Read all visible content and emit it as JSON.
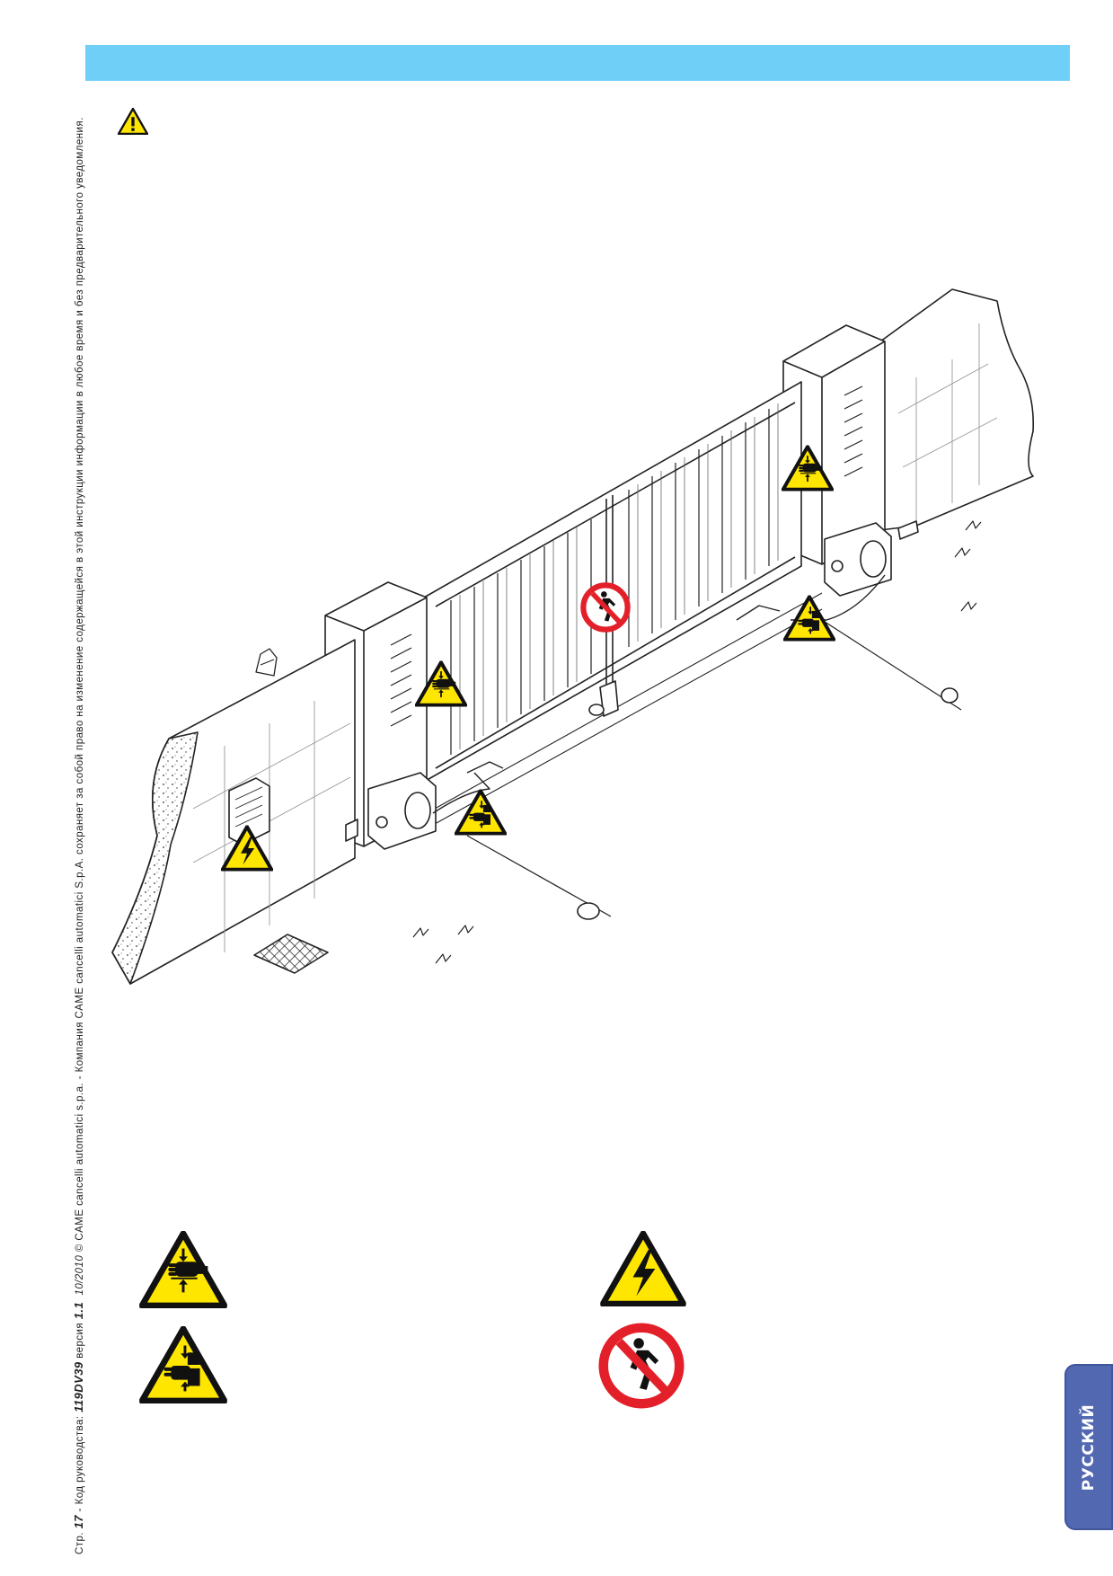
{
  "sidebar": {
    "page_prefix": "Стр.",
    "page_number": "17",
    "manual_code_label": " - Код руководства: ",
    "manual_code": "119DV39",
    "version_label": " версия ",
    "version": "1.1",
    "date": "10/2010",
    "copyright": "© CAME cancelli automatici s.p.a. - Компания CAME cancelli automatici S.p.A. сохраняет за собой право на изменение содержащейся в этой инструкции информации в любое время и без предварительного уведомления."
  },
  "language_tab": {
    "label": "РУССКИЙ"
  },
  "icons": {
    "header_warning": "warning-triangle-icon",
    "crush": "hand-crush-hazard-icon",
    "shear": "hand-shear-hazard-icon",
    "electric": "electric-shock-hazard-icon",
    "no_pedestrian": "no-pedestrian-transit-icon"
  },
  "colors": {
    "header_bar": "#6fcff6",
    "warning_yellow": "#ffe600",
    "prohibition_red": "#e3202a",
    "language_tab": "#5269b2"
  }
}
